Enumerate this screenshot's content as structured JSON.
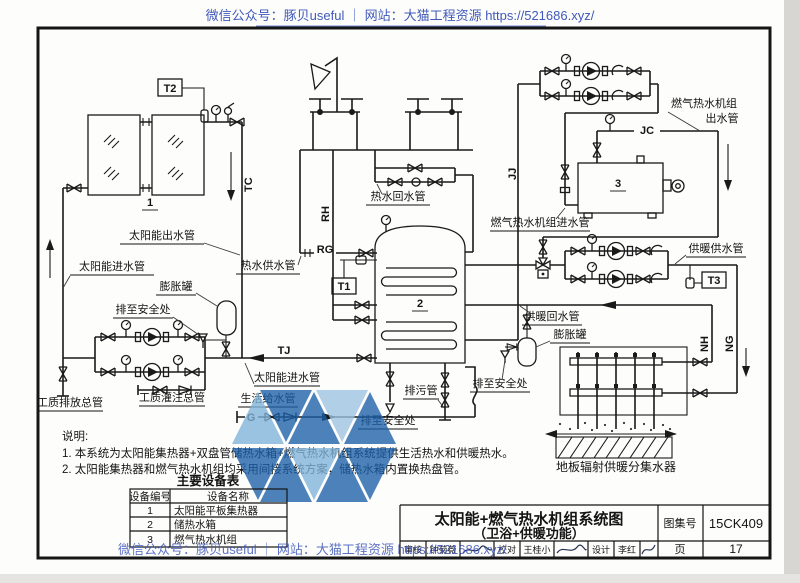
{
  "watermark": {
    "top": "微信公众号：豚贝useful ｜ 网站：大猫工程资源 https://521686.xyz/",
    "bottom": "微信公众号：豚贝useful ｜ 网站：大猫工程资源 https://521686.xyz/"
  },
  "diagram": {
    "labels": {
      "solar_out": "太阳能出水管",
      "solar_in_left": "太阳能进水管",
      "solar_in_mid": "太阳能进水管",
      "hot_supply": "热水供水管",
      "hot_return": "热水回水管",
      "exp_tank_left": "膨胀罐",
      "exp_tank_right": "膨胀罐",
      "drain_safe_left": "排至安全处",
      "drain_safe_mid": "排至安全处",
      "drain_safe_right": "排至安全处",
      "discharge_main": "工质排放总管",
      "fill_main": "工质灌注总管",
      "domestic_supply": "生活给水管",
      "blowdown": "排污管",
      "gas_unit_inlet": "燃气热水机组进水管",
      "gas_unit_outlet_1": "燃气热水机组",
      "gas_unit_outlet_2": "出水管",
      "heat_supply": "供暖供水管",
      "heat_return": "供暖回水管",
      "floor_manifold": "地板辐射供暖分集水器"
    },
    "codes": {
      "tc": "TC",
      "tj": "TJ",
      "rg": "RG",
      "rh": "RH",
      "jj": "JJ",
      "jc": "JC",
      "nh": "NH",
      "ng": "NG",
      "g": "G",
      "t1": "T1",
      "t2": "T2",
      "t3": "T3"
    },
    "equipment_numbers": {
      "collector": "1",
      "tank": "2",
      "gas_unit": "3"
    }
  },
  "notes": {
    "heading": "说明:",
    "item1": "1. 本系统为太阳能集热器+双盘管储热水箱+燃气热水机组系统提供生活热水和供暖热水。",
    "item2": "2. 太阳能集热器和燃气热水机组均采用间接系统方案，储热水箱内置换热盘管。"
  },
  "equipment_table": {
    "title": "主要设备表",
    "col_no": "设备编号",
    "col_name": "设备名称",
    "rows": [
      {
        "no": "1",
        "name": "太阳能平板集热器"
      },
      {
        "no": "2",
        "name": "储热水箱"
      },
      {
        "no": "3",
        "name": "燃气热水机组"
      }
    ]
  },
  "title_block": {
    "title_line1": "太阳能+燃气热水机组系统图",
    "title_line2": "（卫浴+供暖功能）",
    "atlas_label": "图集号",
    "atlas_no": "15CK409",
    "page_label": "页",
    "page_no": "17",
    "reviewer_label": "审核",
    "reviewer": "钟菊薇",
    "checker_label": "校对",
    "checker": "王桂小",
    "designer_label": "设计",
    "designer": "李红"
  },
  "colors": {
    "watermark_blue": "#4059ba",
    "logo_dark": "#1b5fa8",
    "logo_light": "#7fb3da",
    "line": "#1a1a1a"
  }
}
